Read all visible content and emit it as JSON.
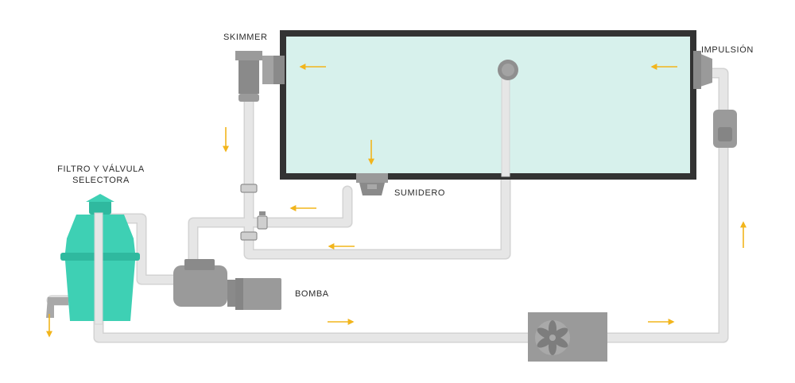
{
  "labels": {
    "skimmer": "SKIMMER",
    "impulsion": "IMPULSIÓN",
    "filtro_line1": "FILTRO Y VÁLVULA",
    "filtro_line2": "SELECTORA",
    "sumidero": "SUMIDERO",
    "bomba": "BOMBA"
  },
  "colors": {
    "pipe": "#e3e3e3",
    "pipe_edge": "#d3d3d3",
    "water": "#d7f1ec",
    "pool_wall": "#333333",
    "device_gray": "#9a9a9a",
    "device_dark": "#7d7d7d",
    "filter": "#3ed0b4",
    "filter_dark": "#2fb99f",
    "flow_arrow": "#f2b51c"
  },
  "icons": {
    "flow": "arrow-icon",
    "heat_pump": "fan-icon"
  }
}
